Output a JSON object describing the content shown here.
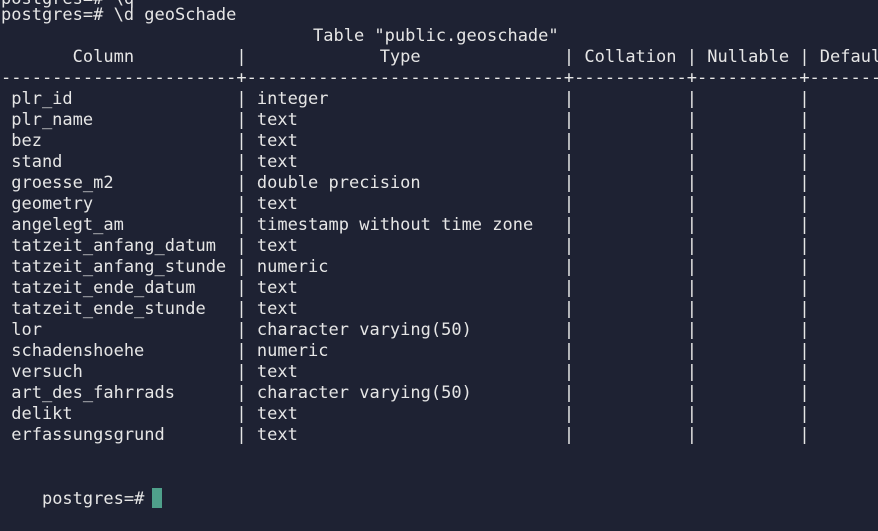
{
  "terminal": {
    "clipped_top": "postgres=# \\q",
    "prompt_line": "postgres=# \\d geoSchade",
    "table_title": "Table \"public.geoschade\"",
    "header_line": "       Column          |             Type              | Collation | Nullable | Default",
    "separator_line": "-----------------------+-------------------------------+-----------+----------+---------",
    "rows": [
      " plr_id                | integer                       |           |          |",
      " plr_name              | text                          |           |          |",
      " bez                   | text                          |           |          |",
      " stand                 | text                          |           |          |",
      " groesse_m2            | double precision              |           |          |",
      " geometry              | text                          |           |          |",
      " angelegt_am           | timestamp without time zone   |           |          |",
      " tatzeit_anfang_datum  | text                          |           |          |",
      " tatzeit_anfang_stunde | numeric                       |           |          |",
      " tatzeit_ende_datum    | text                          |           |          |",
      " tatzeit_ende_stunde   | text                          |           |          |",
      " lor                   | character varying(50)         |           |          |",
      " schadenshoehe         | numeric                       |           |          |",
      " versuch               | text                          |           |          |",
      " art_des_fahrrads      | character varying(50)         |           |          |",
      " delikt                | text                          |           |          |",
      " erfassungsgrund       | text                          |           |          |"
    ],
    "final_prompt": "postgres=#"
  }
}
